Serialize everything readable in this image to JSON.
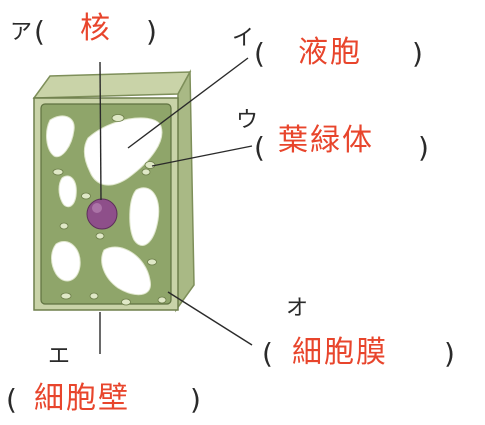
{
  "colors": {
    "answer": "#e8452c",
    "ink": "#2a2a2a",
    "cytoplasm": "#8fa56a",
    "cell_wall": "#c9d3a8",
    "vacuole": "#ffffff",
    "nucleus": "#8e4f8a",
    "chloroplast": "#dfe8c6"
  },
  "labels": [
    {
      "id": "a",
      "mark": "ア",
      "answer": "核"
    },
    {
      "id": "i",
      "mark": "イ",
      "answer": "液胞"
    },
    {
      "id": "u",
      "mark": "ウ",
      "answer": "葉緑体"
    },
    {
      "id": "o",
      "mark": "オ",
      "answer": "細胞膜"
    },
    {
      "id": "e",
      "mark": "エ",
      "answer": "細胞壁"
    }
  ],
  "icons": {
    "cell": "plant-cell-illustration"
  }
}
